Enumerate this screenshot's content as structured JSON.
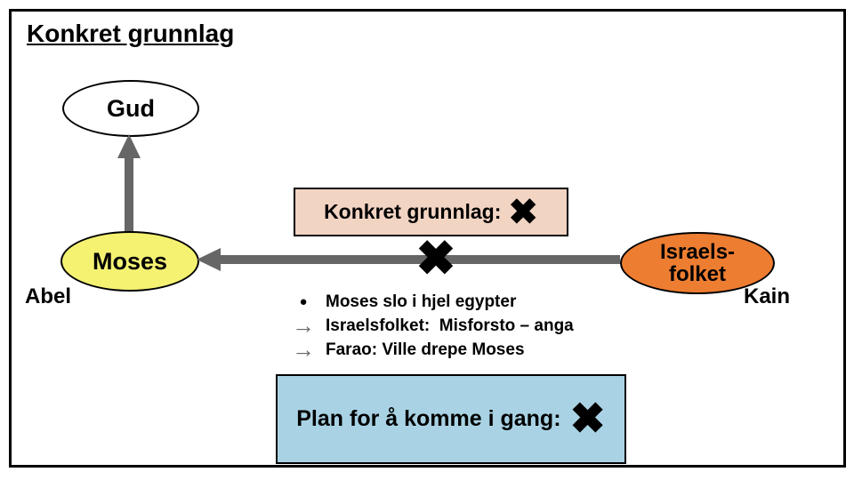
{
  "title": "Konkret grunnlag",
  "nodes": {
    "gud": {
      "label": "Gud"
    },
    "moses": {
      "label": "Moses"
    },
    "israelsfolket": {
      "label_line1": "Israels-",
      "label_line2": "folket"
    }
  },
  "annotations": {
    "abel": "Abel",
    "kain": "Kain"
  },
  "callouts": {
    "konkret": {
      "label": "Konkret grunnlag:",
      "cross": "✖"
    },
    "plan": {
      "label": "Plan for å komme i gang:",
      "cross": "✖"
    }
  },
  "line_cross": "✖",
  "bullets": {
    "items": [
      {
        "marker": "●",
        "text": "Moses slo i hjel egypter"
      },
      {
        "marker": "→",
        "text": "Israelsfolket:  Misforsto – anga"
      },
      {
        "marker": "→",
        "text": "Farao: Ville drepe Moses"
      }
    ]
  },
  "colors": {
    "arrow_gray": "#666666",
    "moses_yellow": "#F5F272",
    "israel_orange": "#ED7D31",
    "konkret_pink": "#F2D4C3",
    "plan_blue": "#A9D3E5",
    "border_black": "#000000"
  }
}
